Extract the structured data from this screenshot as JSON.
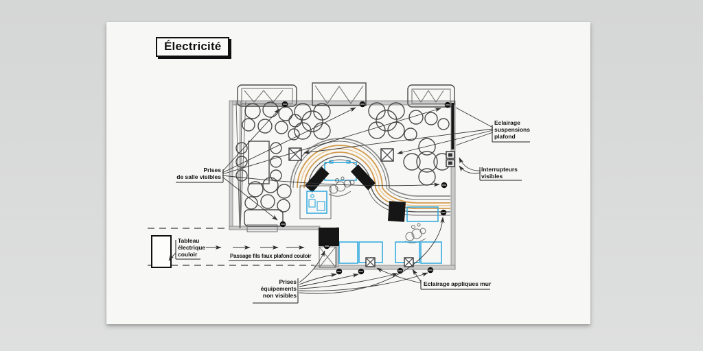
{
  "title": {
    "label": "Électricité"
  },
  "plan": {
    "labels": {
      "prises_salle": {
        "l1": "Prises",
        "l2": "de salle visibles"
      },
      "eclairage_suspensions": {
        "l1": "Eclairage",
        "l2": "suspensions",
        "l3": "plafond"
      },
      "interrupteurs": {
        "l1": "Interrupteurs",
        "l2": "visibles"
      },
      "tableau_electrique": {
        "l1": "Tableau",
        "l2": "électrique",
        "l3": "couloir"
      },
      "passage_fils": {
        "text": "Passage fils faux plafond couloir"
      },
      "prises_equipements": {
        "l1": "Prises",
        "l2": "équipements",
        "l3": "non visibles"
      },
      "eclairage_appliques": {
        "text": "Eclairage appliques mur"
      }
    },
    "symbols": {
      "ceiling_light": "crossed-box",
      "outlet": "black-dot",
      "switch": "small-wall-square",
      "suspension_rail": "thick-black-bar"
    }
  },
  "colors": {
    "background": "#d8d9d9",
    "paper": "#f7f7f5",
    "plan_line": "#4a4a4a",
    "counter_orange": "#d39a4b",
    "counter_orange_light": "#ecc388",
    "equipment_blue": "#2ba7de",
    "black_fill": "#161616"
  }
}
